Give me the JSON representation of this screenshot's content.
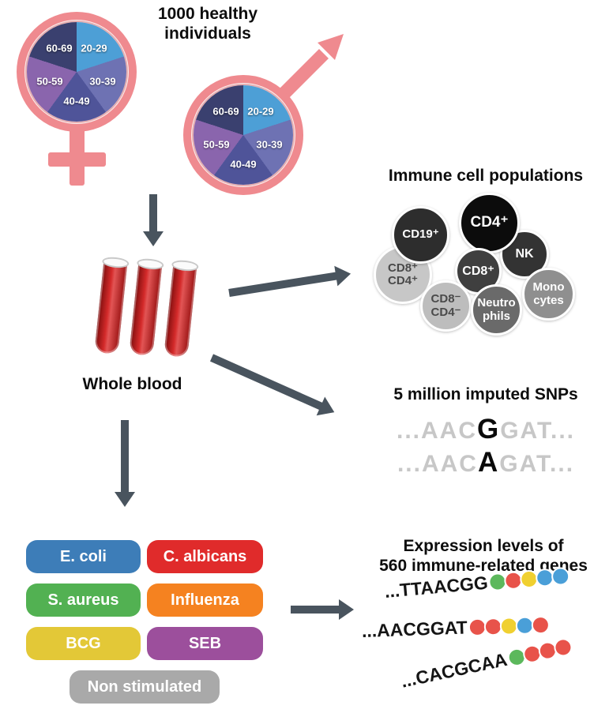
{
  "colors": {
    "female": "#ef8a8f",
    "male": "#ef8a8f",
    "arrow": "#49545e"
  },
  "header": {
    "line1": "1000 healthy",
    "line2": "individuals"
  },
  "pies": {
    "segments": [
      {
        "label": "20-29",
        "color": "#4d9fd6"
      },
      {
        "label": "30-39",
        "color": "#6e72b3"
      },
      {
        "label": "40-49",
        "color": "#4f5499"
      },
      {
        "label": "50-59",
        "color": "#8a65ad"
      },
      {
        "label": "60-69",
        "color": "#3a406f"
      }
    ]
  },
  "whole_blood": {
    "label": "Whole blood"
  },
  "immune": {
    "title": "Immune cell populations",
    "cells": [
      {
        "label": "CD8⁺\nCD4⁺",
        "color": "#c7c7c7",
        "text": "#4a4a4a"
      },
      {
        "label": "CD19⁺",
        "color": "#2d2d2d",
        "text": "#ffffff"
      },
      {
        "label": "NK",
        "color": "#333333",
        "text": "#ffffff"
      },
      {
        "label": "CD4⁺",
        "color": "#0c0c0c",
        "text": "#ffffff"
      },
      {
        "label": "CD8⁺",
        "color": "#3f3f3f",
        "text": "#ffffff"
      },
      {
        "label": "Mono\ncytes",
        "color": "#8f8f8f",
        "text": "#ffffff"
      },
      {
        "label": "CD8⁻\nCD4⁻",
        "color": "#bdbdbd",
        "text": "#4a4a4a"
      },
      {
        "label": "Neutro\nphils",
        "color": "#6a6a6a",
        "text": "#ffffff"
      }
    ]
  },
  "snps": {
    "title": "5 million imputed SNPs",
    "sequences": [
      {
        "prefix": "...AAC",
        "variant": "G",
        "suffix": "GAT..."
      },
      {
        "prefix": "...AAC",
        "variant": "A",
        "suffix": "GAT..."
      }
    ]
  },
  "stimuli": {
    "items": [
      {
        "label": "E. coli",
        "color": "#3d7db8"
      },
      {
        "label": "C. albicans",
        "color": "#e02b2b"
      },
      {
        "label": "S. aureus",
        "color": "#52b152"
      },
      {
        "label": "Influenza",
        "color": "#f58220"
      },
      {
        "label": "BCG",
        "color": "#e3c837"
      },
      {
        "label": "SEB",
        "color": "#9c4f9c"
      },
      {
        "label": "Non stimulated",
        "color": "#a9a9a9"
      }
    ]
  },
  "expression": {
    "title_line1": "Expression levels of",
    "title_line2": "560 immune-related genes",
    "palette": {
      "green": "#5cb85c",
      "red": "#e8534a",
      "yellow": "#f0d030",
      "blue": "#4a9fd8"
    },
    "rows": [
      {
        "sequence": "...TTAACGG",
        "dots": [
          "green",
          "red",
          "yellow",
          "blue",
          "blue"
        ]
      },
      {
        "sequence": "...AACGGAT",
        "dots": [
          "red",
          "red",
          "yellow",
          "blue",
          "red"
        ]
      },
      {
        "sequence": "...CACGCAA",
        "dots": [
          "green",
          "red",
          "red",
          "red"
        ]
      }
    ]
  }
}
